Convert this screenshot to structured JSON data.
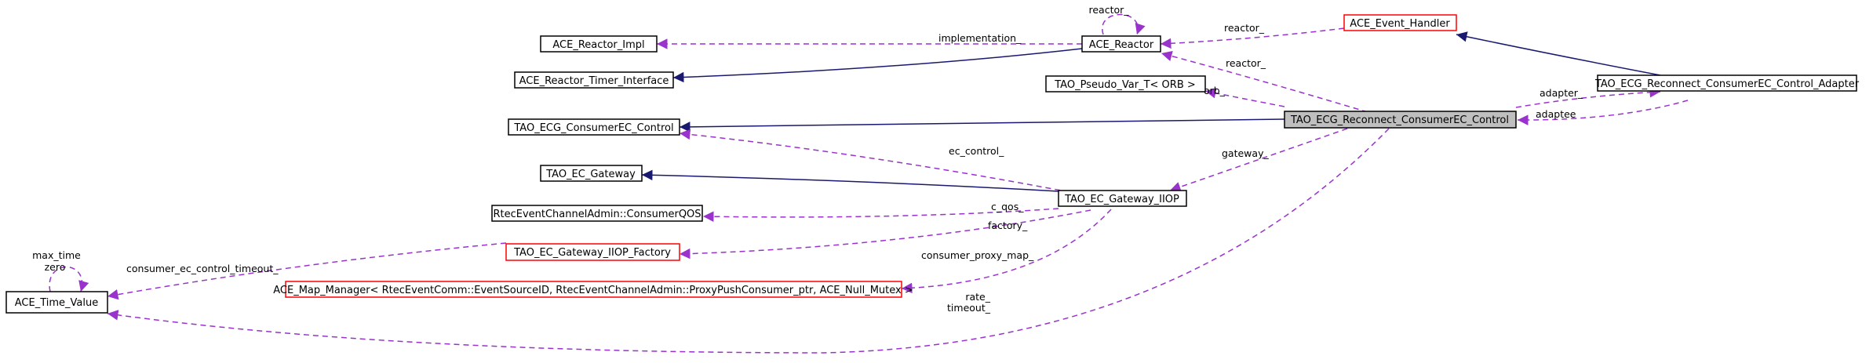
{
  "colors": {
    "inheritance": "#191970",
    "usage": "#9a32cd",
    "box_default": "#000000",
    "box_undocumented": "#ff0000",
    "box_focus_fill": "#bfbfbf",
    "background": "#ffffff"
  },
  "nodes": {
    "ace_reactor_impl": {
      "label": "ACE_Reactor_Impl",
      "style": "normal"
    },
    "ace_reactor": {
      "label": "ACE_Reactor",
      "style": "normal"
    },
    "ace_event_handler": {
      "label": "ACE_Event_Handler",
      "style": "undocumented"
    },
    "ace_reactor_timer_interface": {
      "label": "ACE_Reactor_Timer_Interface",
      "style": "normal"
    },
    "tao_pseudo_var": {
      "label": "TAO_Pseudo_Var_T< ORB >",
      "style": "normal"
    },
    "tao_ecg_reconnect_adapter": {
      "label": "TAO_ECG_Reconnect_ConsumerEC_Control_Adapter",
      "style": "normal"
    },
    "tao_ecg_consumerec_control": {
      "label": "TAO_ECG_ConsumerEC_Control",
      "style": "normal"
    },
    "tao_ecg_reconnect_control": {
      "label": "TAO_ECG_Reconnect_ConsumerEC_Control",
      "style": "focus"
    },
    "tao_ec_gateway": {
      "label": "TAO_EC_Gateway",
      "style": "normal"
    },
    "tao_ec_gateway_iiop": {
      "label": "TAO_EC_Gateway_IIOP",
      "style": "normal"
    },
    "rtec_consumer_qos": {
      "label": "RtecEventChannelAdmin::ConsumerQOS",
      "style": "normal"
    },
    "tao_ec_gateway_iiop_factory": {
      "label": "TAO_EC_Gateway_IIOP_Factory",
      "style": "undocumented"
    },
    "ace_map_manager": {
      "label": "ACE_Map_Manager< RtecEventComm::EventSourceID, RtecEventChannelAdmin::ProxyPushConsumer_ptr, ACE_Null_Mutex >",
      "style": "undocumented"
    },
    "ace_time_value": {
      "label": "ACE_Time_Value",
      "style": "normal"
    }
  },
  "edge_labels": {
    "reactor_self": "reactor_",
    "implementation": "implementation_",
    "reactor_handler": "reactor_",
    "reactor_ctrl": "reactor_",
    "orb": "orb_",
    "adapter": "adapter_",
    "adaptee": "adaptee",
    "ec_control": "ec_control_",
    "gateway": "gateway_",
    "c_qos": "c_qos_",
    "factory": "factory_",
    "consumer_proxy_map": "consumer_proxy_map_",
    "consumer_ec_control_timeout": "consumer_ec_control_timeout_",
    "max_time": "max_time",
    "zero": "zero",
    "rate": "rate_",
    "timeout": "timeout_"
  }
}
